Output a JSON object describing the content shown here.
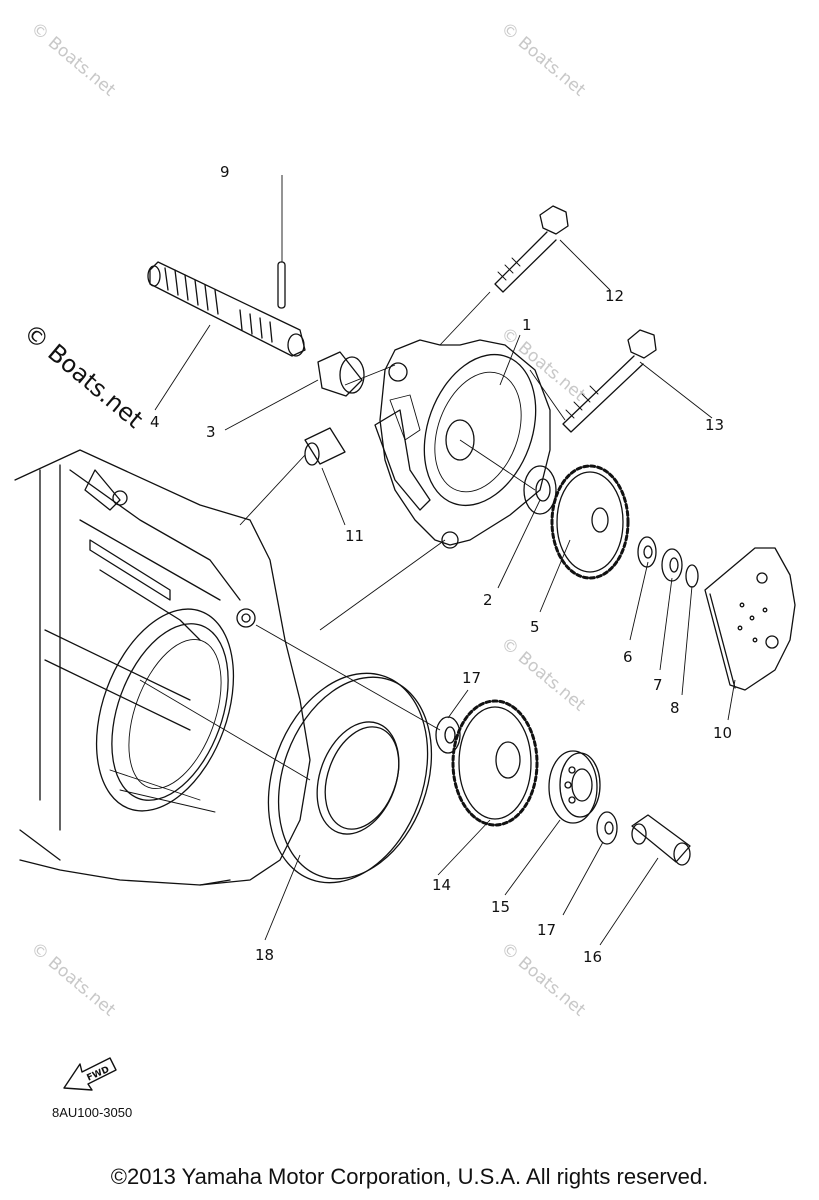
{
  "diagram_code": "8AU100-3050",
  "copyright": "©2013 Yamaha Motor Corporation, U.S.A. All rights reserved.",
  "fwd_label": "FWD",
  "watermark_text": "© Boats.net",
  "callouts": {
    "p1": "1",
    "p2": "2",
    "p3": "3",
    "p4": "4",
    "p5": "5",
    "p6": "6",
    "p7": "7",
    "p8": "8",
    "p9": "9",
    "p10": "10",
    "p11": "11",
    "p12": "12",
    "p13": "13",
    "p14": "14",
    "p15": "15",
    "p16": "16",
    "p17a": "17",
    "p17b": "17",
    "p18": "18"
  }
}
